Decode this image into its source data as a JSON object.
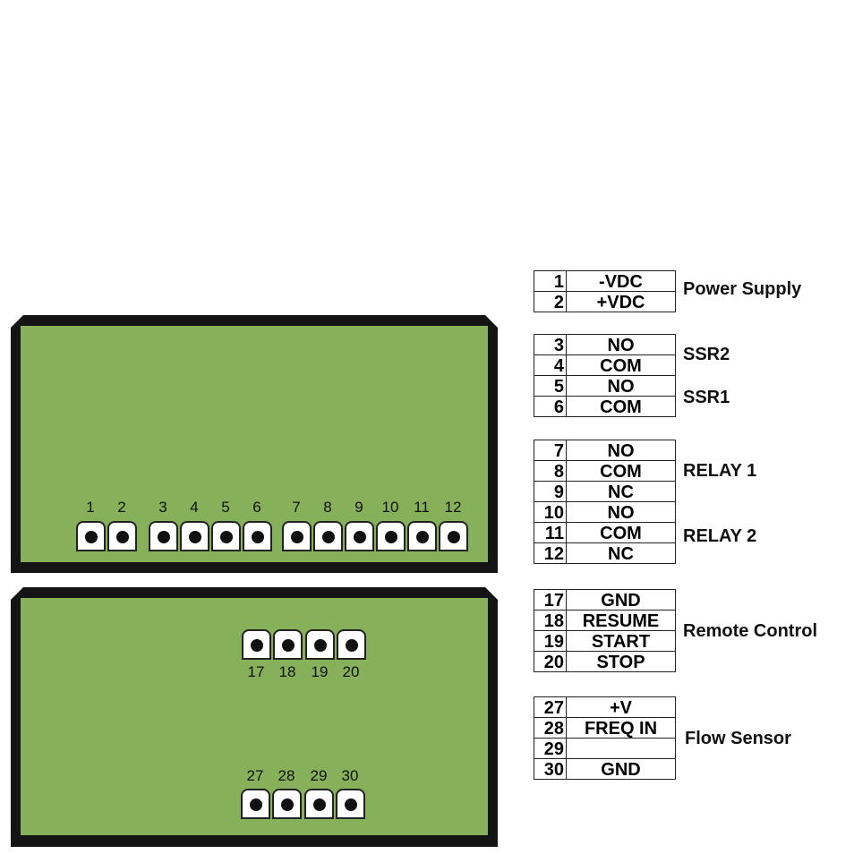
{
  "colors": {
    "board": "#86b05a",
    "frame": "#141414"
  },
  "top_terminals": [
    "1",
    "2",
    "3",
    "4",
    "5",
    "6",
    "7",
    "8",
    "9",
    "10",
    "11",
    "12"
  ],
  "remote_terminals": [
    "17",
    "18",
    "19",
    "20"
  ],
  "flow_terminals": [
    "27",
    "28",
    "29",
    "30"
  ],
  "tables": [
    {
      "rows": [
        [
          "1",
          "-VDC"
        ],
        [
          "2",
          "+VDC"
        ]
      ]
    },
    {
      "rows": [
        [
          "3",
          "NO"
        ],
        [
          "4",
          "COM"
        ],
        [
          "5",
          "NO"
        ],
        [
          "6",
          "COM"
        ]
      ]
    },
    {
      "rows": [
        [
          "7",
          "NO"
        ],
        [
          "8",
          "COM"
        ],
        [
          "9",
          "NC"
        ],
        [
          "10",
          "NO"
        ],
        [
          "11",
          "COM"
        ],
        [
          "12",
          "NC"
        ]
      ]
    },
    {
      "rows": [
        [
          "17",
          "GND"
        ],
        [
          "18",
          "RESUME"
        ],
        [
          "19",
          "START"
        ],
        [
          "20",
          "STOP"
        ]
      ]
    },
    {
      "rows": [
        [
          "27",
          "+V"
        ],
        [
          "28",
          "FREQ IN"
        ],
        [
          "29",
          ""
        ],
        [
          "30",
          "GND"
        ]
      ]
    }
  ],
  "groups": [
    "Power Supply",
    "SSR2",
    "SSR1",
    "RELAY 1",
    "RELAY 2",
    "Remote Control",
    "Flow Sensor"
  ]
}
